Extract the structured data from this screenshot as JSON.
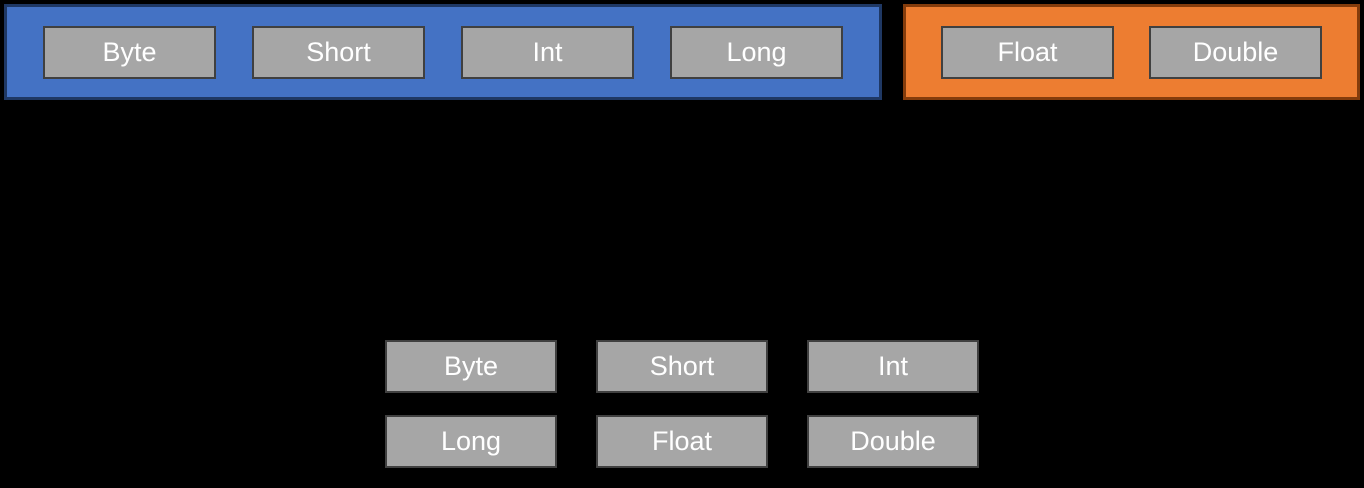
{
  "diagram": {
    "background_color": "#000000",
    "top": {
      "integer_group": {
        "fill_color": "#4472C4",
        "border_color": "#1F3864",
        "items": [
          "Byte",
          "Short",
          "Int",
          "Long"
        ]
      },
      "floating_group": {
        "fill_color": "#ED7D31",
        "border_color": "#843C0C",
        "items": [
          "Float",
          "Double"
        ]
      }
    },
    "bottom": {
      "rows": [
        [
          "Byte",
          "Short",
          "Int"
        ],
        [
          "Long",
          "Float",
          "Double"
        ]
      ]
    },
    "type_box_style": {
      "fill_color": "#A6A6A6",
      "border_color": "#404040",
      "text_color": "#FFFFFF"
    }
  }
}
